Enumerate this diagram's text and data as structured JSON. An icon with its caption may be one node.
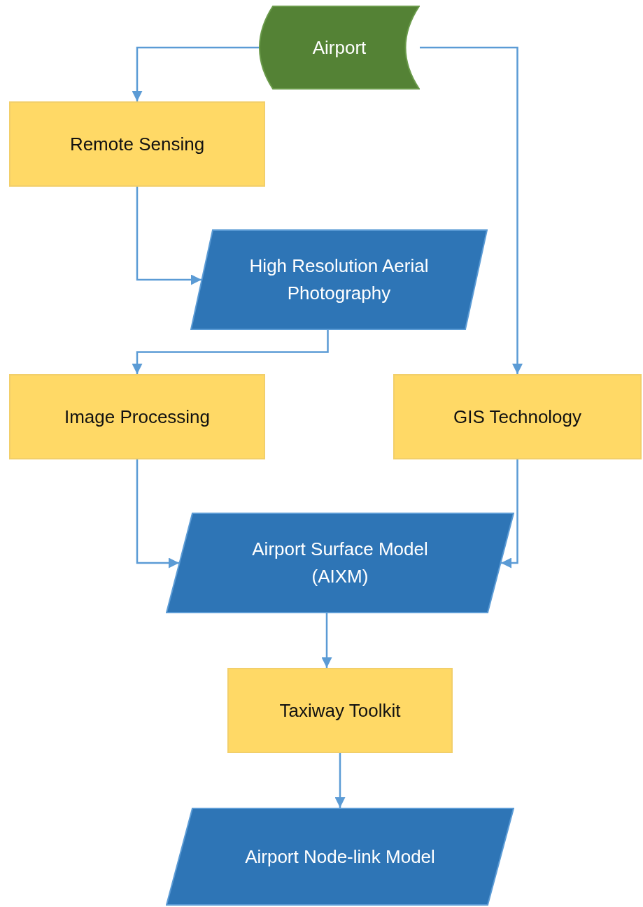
{
  "diagram": {
    "nodes": [
      {
        "text": [
          "Airport"
        ]
      },
      {
        "text": [
          "Remote Sensing"
        ]
      },
      {
        "text": [
          "High Resolution Aerial Photography"
        ]
      },
      {
        "text": [
          "Image Processing"
        ]
      },
      {
        "text": [
          "GIS Technology"
        ]
      },
      {
        "text": [
          "Airport Surface Model (AIXM)"
        ]
      },
      {
        "text": [
          "Taxiway Toolkit"
        ]
      },
      {
        "text": [
          "Airport Node-link Model"
        ]
      }
    ],
    "edges": [
      {
        "from": 0,
        "to": 1,
        "arrow": "to"
      },
      {
        "from": 0,
        "to": 4,
        "arrow": "to"
      },
      {
        "from": 1,
        "to": 2,
        "arrow": "to"
      },
      {
        "from": 2,
        "to": 3,
        "arrow": "to"
      },
      {
        "from": 3,
        "to": 5,
        "arrow": "to"
      },
      {
        "from": 4,
        "to": 5,
        "arrow": "to"
      },
      {
        "from": 5,
        "to": 6,
        "arrow": "to"
      },
      {
        "from": 6,
        "to": 7,
        "arrow": "to"
      }
    ]
  }
}
